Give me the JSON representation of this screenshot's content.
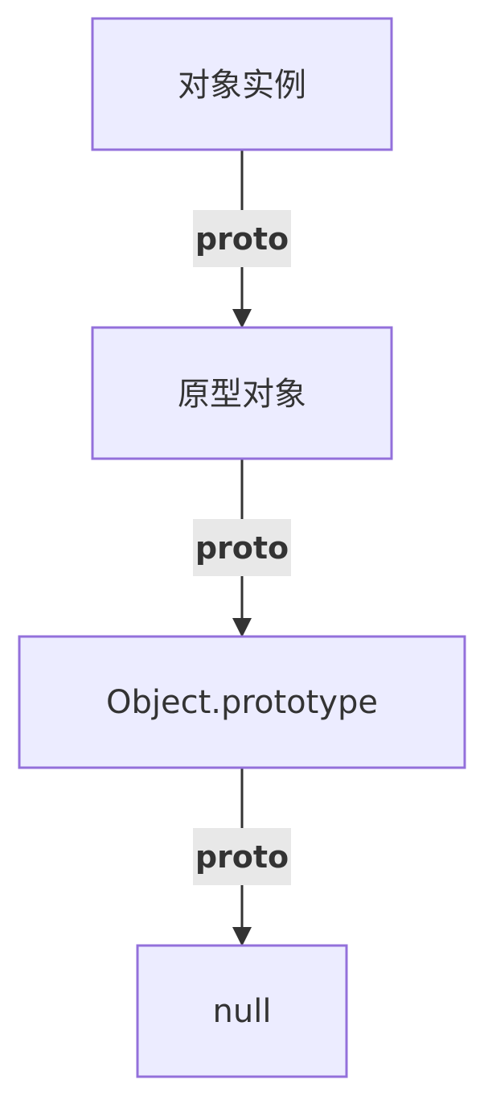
{
  "diagram": {
    "type": "flowchart",
    "direction": "top-down",
    "colors": {
      "node_fill": "#ECECFF",
      "node_border": "#9370DB",
      "edge": "#333333",
      "edge_label_bg": "#E8E8E8",
      "text": "#333333"
    },
    "nodes": [
      {
        "label": "对象实例"
      },
      {
        "label": "原型对象"
      },
      {
        "label": "Object.prototype"
      },
      {
        "label": "null"
      }
    ],
    "edges": [
      {
        "label": "proto"
      },
      {
        "label": "proto"
      },
      {
        "label": "proto"
      }
    ]
  }
}
